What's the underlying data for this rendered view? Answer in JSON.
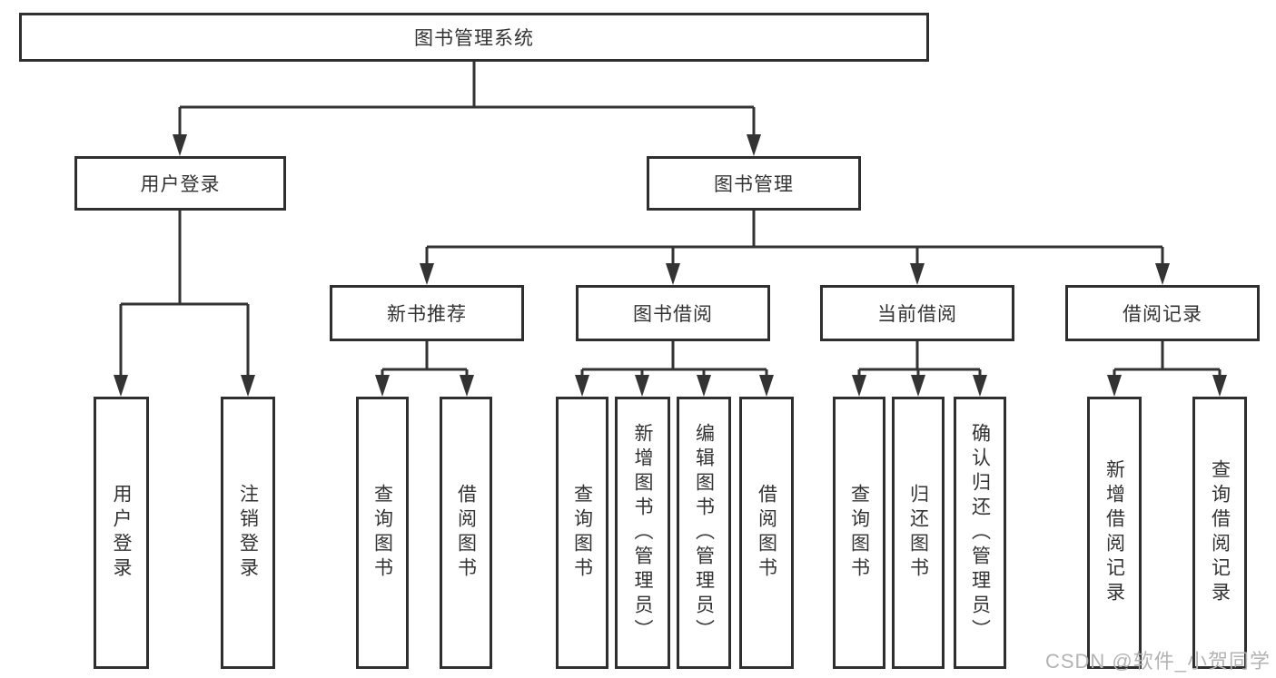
{
  "diagram": {
    "root": {
      "label": "图书管理系统"
    },
    "branches": [
      {
        "label": "用户登录",
        "leaves": [
          {
            "label": "用户登录"
          },
          {
            "label": "注销登录"
          }
        ]
      },
      {
        "label": "图书管理",
        "groups": [
          {
            "label": "新书推荐",
            "leaves": [
              {
                "label": "查询图书"
              },
              {
                "label": "借阅图书"
              }
            ]
          },
          {
            "label": "图书借阅",
            "leaves": [
              {
                "label": "查询图书"
              },
              {
                "label": "新增图书（管理员）"
              },
              {
                "label": "编辑图书（管理员）"
              },
              {
                "label": "借阅图书"
              }
            ]
          },
          {
            "label": "当前借阅",
            "leaves": [
              {
                "label": "查询图书"
              },
              {
                "label": "归还图书"
              },
              {
                "label": "确认归还（管理员）"
              }
            ]
          },
          {
            "label": "借阅记录",
            "leaves": [
              {
                "label": "新增借阅记录"
              },
              {
                "label": "查询借阅记录"
              }
            ]
          }
        ]
      }
    ]
  },
  "watermark": {
    "text": "CSDN @软件_小贺同学"
  },
  "colors": {
    "line": "#333333",
    "border": "#2f2f2f",
    "text": "#333333",
    "background": "#ffffff",
    "watermark": "#b3b3b3"
  }
}
